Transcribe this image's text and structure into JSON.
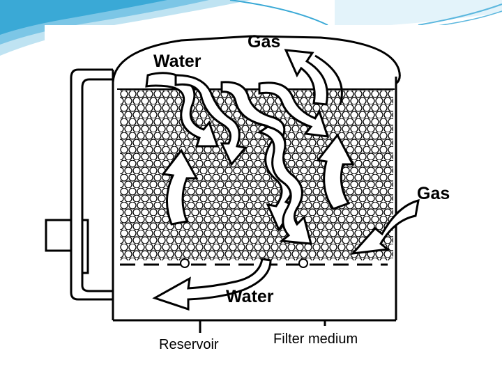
{
  "labels": {
    "gas_top": "Gas",
    "water_top": "Water",
    "gas_right": "Gas",
    "water_bottom": "Water",
    "reservoir": "Reservoir",
    "filter_medium": "Filter medium"
  },
  "colors": {
    "background": "#ffffff",
    "header_swoosh": "#3aa9d6",
    "header_light": "#bfe3f2",
    "line": "#000000"
  }
}
